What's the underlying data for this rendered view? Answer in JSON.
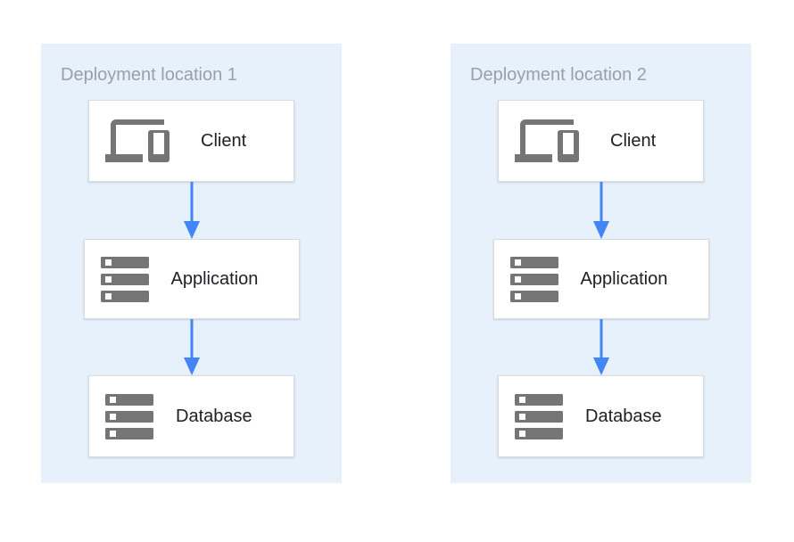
{
  "page": {
    "background": "#ffffff",
    "description": "Two-zone deployment architecture diagram"
  },
  "colors": {
    "zone_background": "#e6f1fc",
    "arrow_blue": "#4285f4",
    "icon_gray": "#757575",
    "node_border": "#d8dadd",
    "zone_title_gray": "#9aa0a6",
    "node_label_dark": "#202124"
  },
  "zones": [
    {
      "title": "Deployment location 1",
      "nodes": [
        {
          "label": "Client",
          "icon": "devices-icon"
        },
        {
          "label": "Application",
          "icon": "server-icon"
        },
        {
          "label": "Database",
          "icon": "server-icon"
        }
      ]
    },
    {
      "title": "Deployment location 2",
      "nodes": [
        {
          "label": "Client",
          "icon": "devices-icon"
        },
        {
          "label": "Application",
          "icon": "server-icon"
        },
        {
          "label": "Database",
          "icon": "server-icon"
        }
      ]
    }
  ]
}
